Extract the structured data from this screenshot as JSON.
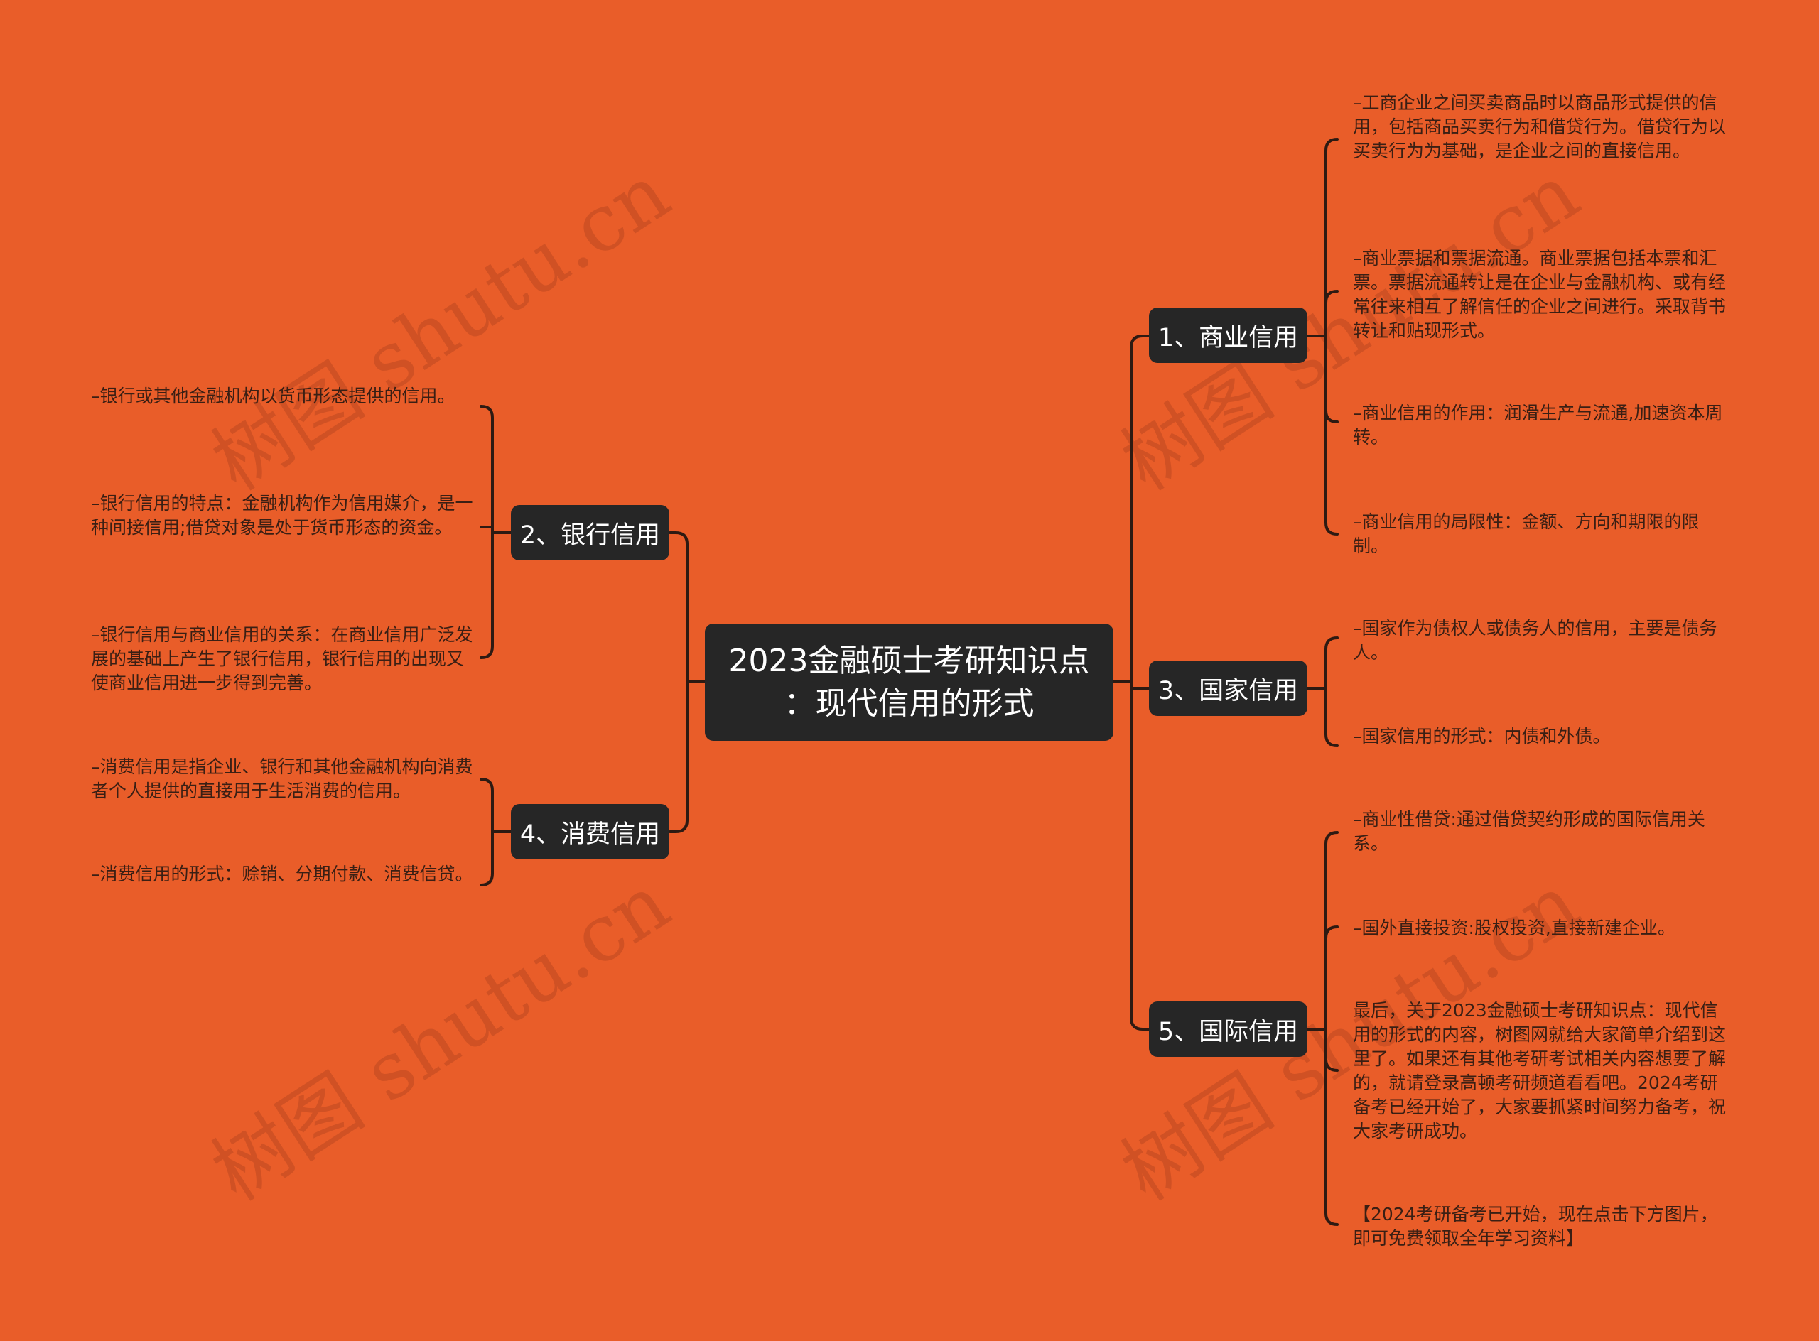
{
  "colors": {
    "background": "#E95D29",
    "node_fill": "#262626",
    "node_text": "#FFFFFF",
    "leaf_text": "#3A1F14",
    "connector": "#2E1A12"
  },
  "watermark": "树图 shutu.cn",
  "root": {
    "line1": "2023金融硕士考研知识点",
    "line2": "：现代信用的形式"
  },
  "branches": [
    {
      "label": "1、商业信用",
      "side": "right",
      "children": [
        "–工商企业之间买卖商品时以商品形式提供的信用，包括商品买卖行为和借贷行为。借贷行为以买卖行为为基础，是企业之间的直接信用。",
        "–商业票据和票据流通。商业票据包括本票和汇票。票据流通转让是在企业与金融机构、或有经常往来相互了解信任的企业之间进行。采取背书转让和贴现形式。",
        "–商业信用的作用：润滑生产与流通,加速资本周转。",
        "–商业信用的局限性：金额、方向和期限的限制。"
      ]
    },
    {
      "label": "2、银行信用",
      "side": "left",
      "children": [
        "–银行或其他金融机构以货币形态提供的信用。",
        "–银行信用的特点：金融机构作为信用媒介，是一种间接信用;借贷对象是处于货币形态的资金。",
        "–银行信用与商业信用的关系：在商业信用广泛发展的基础上产生了银行信用，银行信用的出现又使商业信用进一步得到完善。"
      ]
    },
    {
      "label": "3、国家信用",
      "side": "right",
      "children": [
        "–国家作为债权人或债务人的信用，主要是债务人。",
        "–国家信用的形式：内债和外债。"
      ]
    },
    {
      "label": "4、消费信用",
      "side": "left",
      "children": [
        "–消费信用是指企业、银行和其他金融机构向消费者个人提供的直接用于生活消费的信用。",
        "–消费信用的形式：赊销、分期付款、消费信贷。"
      ]
    },
    {
      "label": "5、国际信用",
      "side": "right",
      "children": [
        "–商业性借贷:通过借贷契约形成的国际信用关系。",
        "–国外直接投资:股权投资,直接新建企业。",
        "最后，关于2023金融硕士考研知识点：现代信用的形式的内容，树图网就给大家简单介绍到这里了。如果还有其他考研考试相关内容想要了解的，就请登录高顿考研频道看看吧。2024考研备考已经开始了，大家要抓紧时间努力备考，祝大家考研成功。",
        "【2024考研备考已开始，现在点击下方图片，即可免费领取全年学习资料】"
      ]
    }
  ]
}
